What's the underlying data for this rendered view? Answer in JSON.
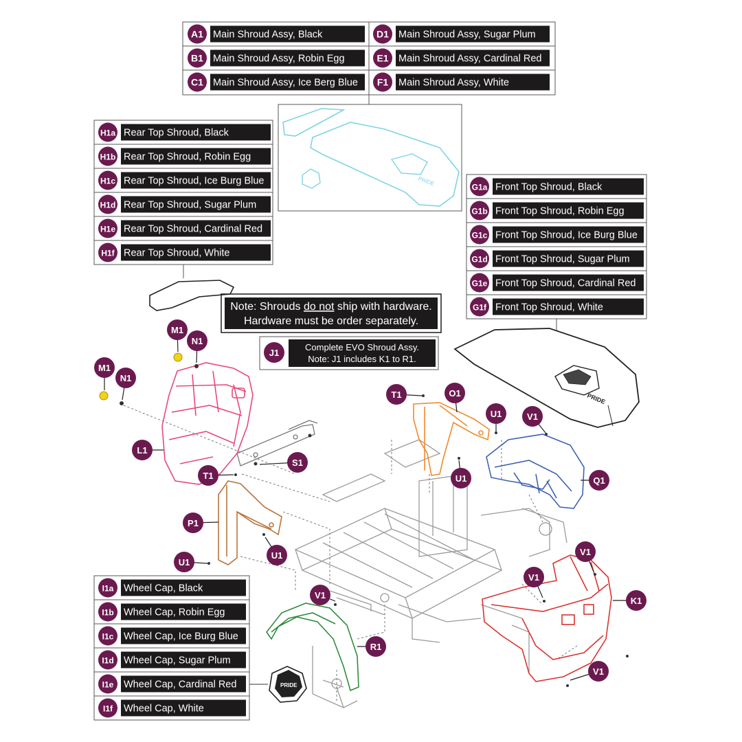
{
  "palette": {
    "badge": "#6b1a4f",
    "label_bg": "#1c1a1a",
    "line": "#333333",
    "main_shroud": "#7fd3e6",
    "rear_shroud_pink": "#e8487a",
    "front_fender_red": "#d9332e",
    "bracket_orange": "#f08a2c",
    "bracket_brown": "#b8743a",
    "rear_fender_blue": "#3d5fb5",
    "front_fender_green": "#2e8b3e",
    "frame_gray": "#9a9a9a",
    "hardware_yellow": "#f2d21a"
  },
  "parts_tables": {
    "main_shroud": [
      {
        "code": "A1",
        "label": "Main Shroud Assy, Black"
      },
      {
        "code": "B1",
        "label": "Main Shroud Assy, Robin Egg"
      },
      {
        "code": "C1",
        "label": "Main Shroud Assy, Ice Berg Blue"
      },
      {
        "code": "D1",
        "label": "Main Shroud Assy, Sugar Plum"
      },
      {
        "code": "E1",
        "label": "Main Shroud Assy, Cardinal Red"
      },
      {
        "code": "F1",
        "label": "Main Shroud Assy, White"
      }
    ],
    "rear_top_shroud": [
      {
        "code": "H1a",
        "label": "Rear Top Shroud, Black"
      },
      {
        "code": "H1b",
        "label": "Rear Top Shroud, Robin Egg"
      },
      {
        "code": "H1c",
        "label": "Rear Top Shroud, Ice Burg Blue"
      },
      {
        "code": "H1d",
        "label": "Rear Top Shroud, Sugar Plum"
      },
      {
        "code": "H1e",
        "label": "Rear Top Shroud, Cardinal Red"
      },
      {
        "code": "H1f",
        "label": "Rear Top Shroud, White"
      }
    ],
    "front_top_shroud": [
      {
        "code": "G1a",
        "label": "Front Top Shroud, Black"
      },
      {
        "code": "G1b",
        "label": "Front Top Shroud, Robin Egg"
      },
      {
        "code": "G1c",
        "label": "Front Top Shroud, Ice Burg Blue"
      },
      {
        "code": "G1d",
        "label": "Front Top Shroud, Sugar Plum"
      },
      {
        "code": "G1e",
        "label": "Front Top Shroud, Cardinal Red"
      },
      {
        "code": "G1f",
        "label": "Front Top Shroud, White"
      }
    ],
    "wheel_cap": [
      {
        "code": "I1a",
        "label": "Wheel Cap, Black"
      },
      {
        "code": "I1b",
        "label": "Wheel Cap, Robin Egg"
      },
      {
        "code": "I1c",
        "label": "Wheel Cap, Ice Burg Blue"
      },
      {
        "code": "I1d",
        "label": "Wheel Cap, Sugar Plum"
      },
      {
        "code": "I1e",
        "label": "Wheel Cap, Cardinal Red"
      },
      {
        "code": "I1f",
        "label": "Wheel Cap, White"
      }
    ]
  },
  "note": {
    "line1_before": "Note: Shrouds ",
    "line1_underlined": "do not",
    "line1_after": " ship with hardware.",
    "line2": "Hardware must be order separately."
  },
  "kit": {
    "code": "J1",
    "line1": "Complete EVO Shroud Assy.",
    "line2": "Note: J1 includes K1 to R1."
  },
  "callouts": [
    {
      "id": "m1a",
      "code": "M1"
    },
    {
      "id": "n1a",
      "code": "N1"
    },
    {
      "id": "m1b",
      "code": "M1"
    },
    {
      "id": "n1b",
      "code": "N1"
    },
    {
      "id": "l1",
      "code": "L1"
    },
    {
      "id": "s1",
      "code": "S1"
    },
    {
      "id": "t1a",
      "code": "T1"
    },
    {
      "id": "p1",
      "code": "P1"
    },
    {
      "id": "u1a",
      "code": "U1"
    },
    {
      "id": "u1b",
      "code": "U1"
    },
    {
      "id": "t1b",
      "code": "T1"
    },
    {
      "id": "o1",
      "code": "O1"
    },
    {
      "id": "u1c",
      "code": "U1"
    },
    {
      "id": "u1d",
      "code": "U1"
    },
    {
      "id": "v1a",
      "code": "V1"
    },
    {
      "id": "q1",
      "code": "Q1"
    },
    {
      "id": "v1b",
      "code": "V1"
    },
    {
      "id": "v1c",
      "code": "V1"
    },
    {
      "id": "k1",
      "code": "K1"
    },
    {
      "id": "v1d",
      "code": "V1"
    },
    {
      "id": "v1e",
      "code": "V1"
    },
    {
      "id": "r1",
      "code": "R1"
    }
  ],
  "logo_text": "PRIDE"
}
